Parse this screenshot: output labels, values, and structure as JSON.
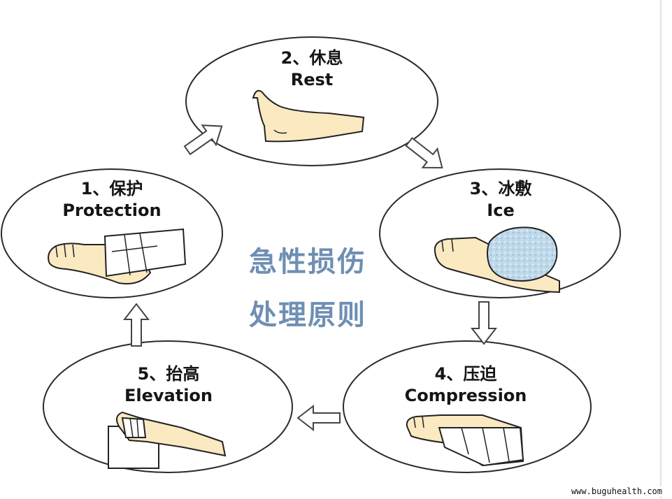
{
  "center": {
    "line1": "急性损伤",
    "line2": "处理原则"
  },
  "steps": [
    {
      "num": "1、保护",
      "en": "Protection"
    },
    {
      "num": "2、休息",
      "en": "Rest"
    },
    {
      "num": "3、冰敷",
      "en": "Ice"
    },
    {
      "num": "4、压迫",
      "en": "Compression"
    },
    {
      "num": "5、抬高",
      "en": "Elevation"
    }
  ],
  "watermark": "www.buguhealth.com",
  "colors": {
    "skin": "#fbe9c2",
    "outline": "#222222",
    "title": "#6f8fb3",
    "ice": "#bfd8ea"
  }
}
